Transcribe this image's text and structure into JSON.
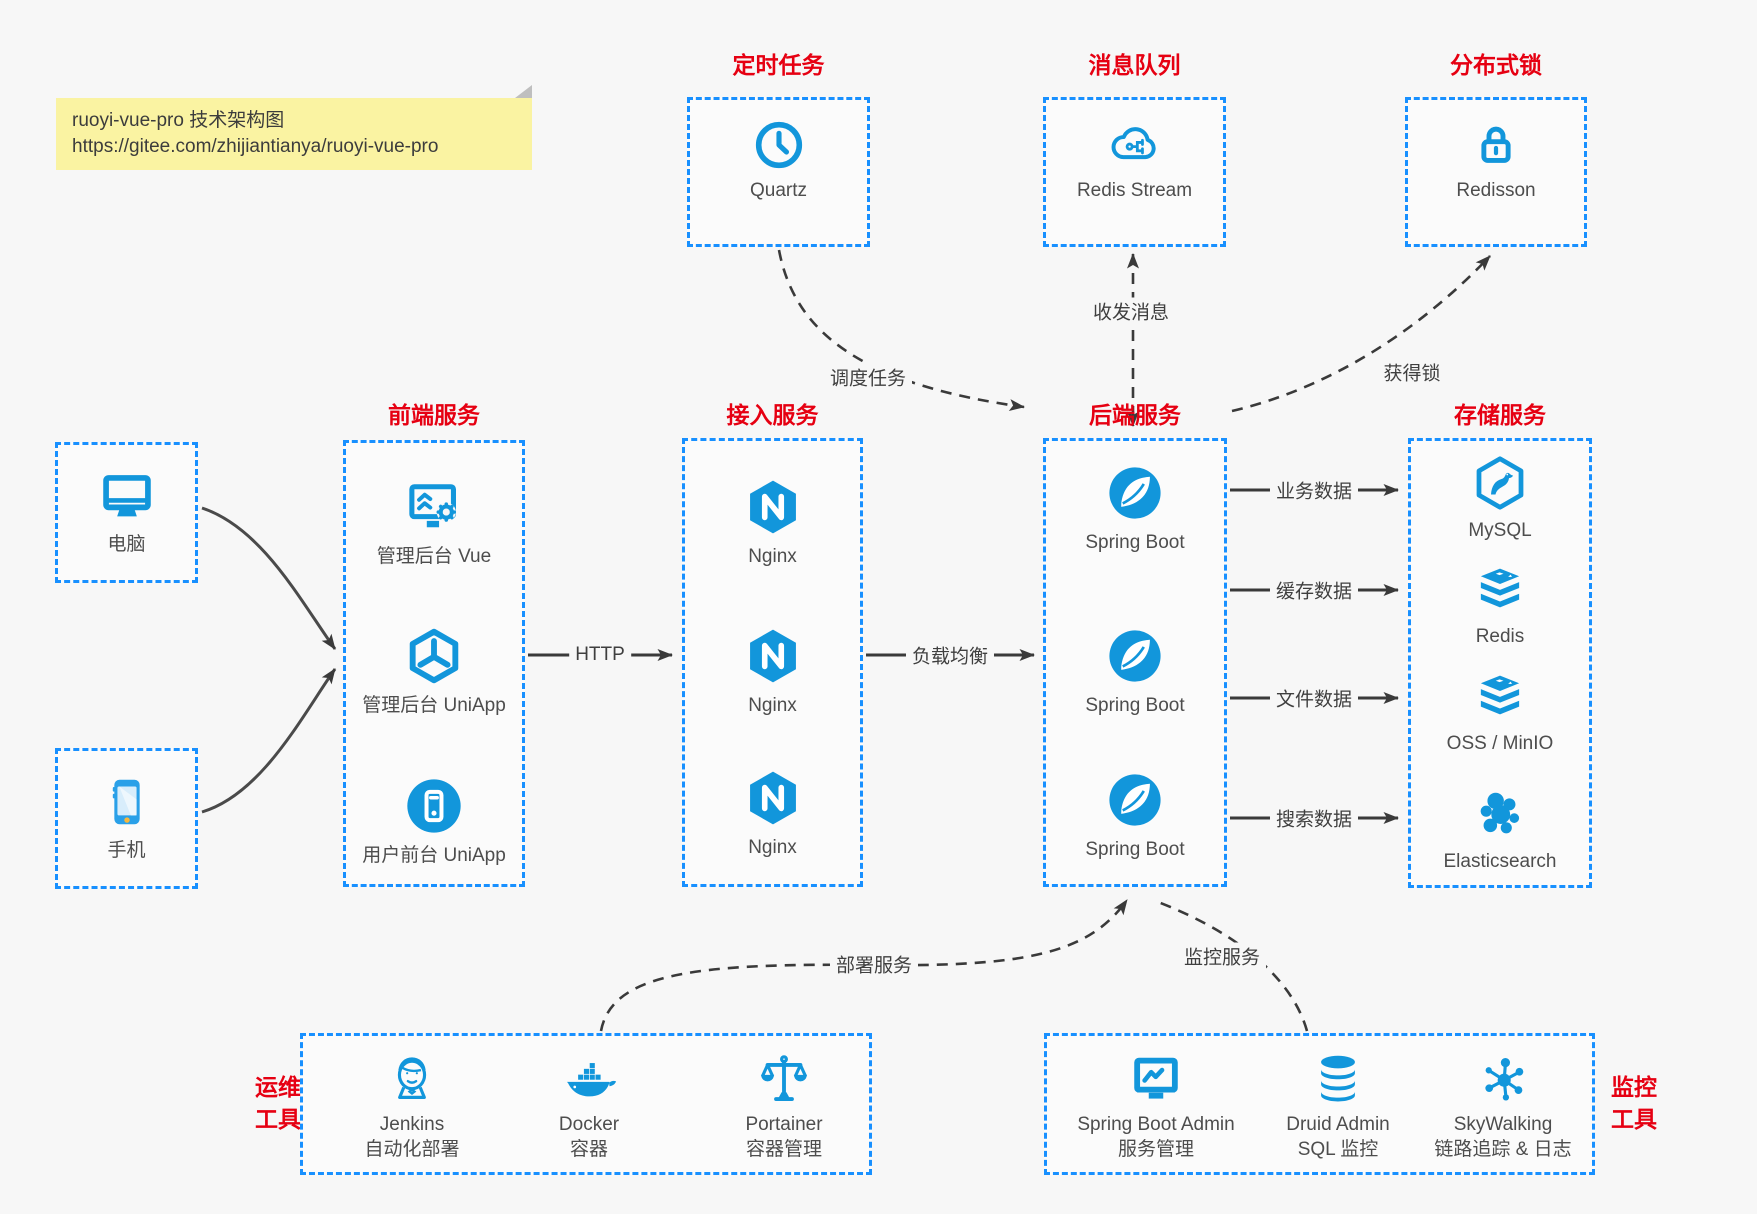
{
  "note": {
    "line1": "ruoyi-vue-pro 技术架构图",
    "line2": "https://gitee.com/zhijiantianya/ruoyi-vue-pro"
  },
  "scheduler": {
    "title": "定时任务",
    "label": "Quartz",
    "icon": "clock-icon"
  },
  "mq": {
    "title": "消息队列",
    "label": "Redis Stream",
    "icon": "cloud-share-icon"
  },
  "lock": {
    "title": "分布式锁",
    "label": "Redisson",
    "icon": "lock-icon"
  },
  "clients": {
    "pc": {
      "label": "电脑",
      "icon": "desktop-icon"
    },
    "mobile": {
      "label": "手机",
      "icon": "mobile-phone-icon"
    }
  },
  "frontend": {
    "title": "前端服务",
    "items": [
      {
        "label": "管理后台 Vue",
        "icon": "admin-monitor-gear-icon"
      },
      {
        "label": "管理后台 UniApp",
        "icon": "uniapp-cube-icon"
      },
      {
        "label": "用户前台 UniApp",
        "icon": "user-app-circle-icon"
      }
    ]
  },
  "gateway": {
    "title": "接入服务",
    "items": [
      {
        "label": "Nginx",
        "icon": "nginx-icon"
      },
      {
        "label": "Nginx",
        "icon": "nginx-icon"
      },
      {
        "label": "Nginx",
        "icon": "nginx-icon"
      }
    ]
  },
  "backend": {
    "title": "后端服务",
    "items": [
      {
        "label": "Spring Boot",
        "icon": "spring-icon"
      },
      {
        "label": "Spring Boot",
        "icon": "spring-icon"
      },
      {
        "label": "Spring Boot",
        "icon": "spring-icon"
      }
    ]
  },
  "storage": {
    "title": "存储服务",
    "items": [
      {
        "label": "MySQL",
        "icon": "mysql-icon"
      },
      {
        "label": "Redis",
        "icon": "layer-stack-icon"
      },
      {
        "label": "OSS / MinIO",
        "icon": "layer-stack-icon"
      },
      {
        "label": "Elasticsearch",
        "icon": "elasticsearch-icon"
      }
    ]
  },
  "edges": {
    "http": "HTTP",
    "load_balance": "负载均衡",
    "schedule": "调度任务",
    "message": "收发消息",
    "acquire_lock": "获得锁",
    "business_data": "业务数据",
    "cache_data": "缓存数据",
    "file_data": "文件数据",
    "search_data": "搜索数据",
    "deploy": "部署服务",
    "monitor": "监控服务"
  },
  "ops": {
    "label_line1": "运维",
    "label_line2": "工具",
    "items": [
      {
        "name": "Jenkins",
        "desc": "自动化部署",
        "icon": "jenkins-icon"
      },
      {
        "name": "Docker",
        "desc": "容器",
        "icon": "docker-whale-icon"
      },
      {
        "name": "Portainer",
        "desc": "容器管理",
        "icon": "scales-icon"
      }
    ]
  },
  "monitoring": {
    "label_line1": "监控",
    "label_line2": "工具",
    "items": [
      {
        "name": "Spring Boot Admin",
        "desc": "服务管理",
        "icon": "chart-monitor-icon"
      },
      {
        "name": "Druid Admin",
        "desc": "SQL 监控",
        "icon": "database-icon"
      },
      {
        "name": "SkyWalking",
        "desc": "链路追踪 & 日志",
        "icon": "network-graph-icon"
      }
    ]
  },
  "colors": {
    "background": "#f7f7f7",
    "dashed_border_blue": "#1890ff",
    "icon_blue": "#1296db",
    "title_red": "#e60012",
    "note_yellow": "#faf3a2",
    "line_dark": "#3a3a3a",
    "label_gray": "#4d4d4d"
  }
}
